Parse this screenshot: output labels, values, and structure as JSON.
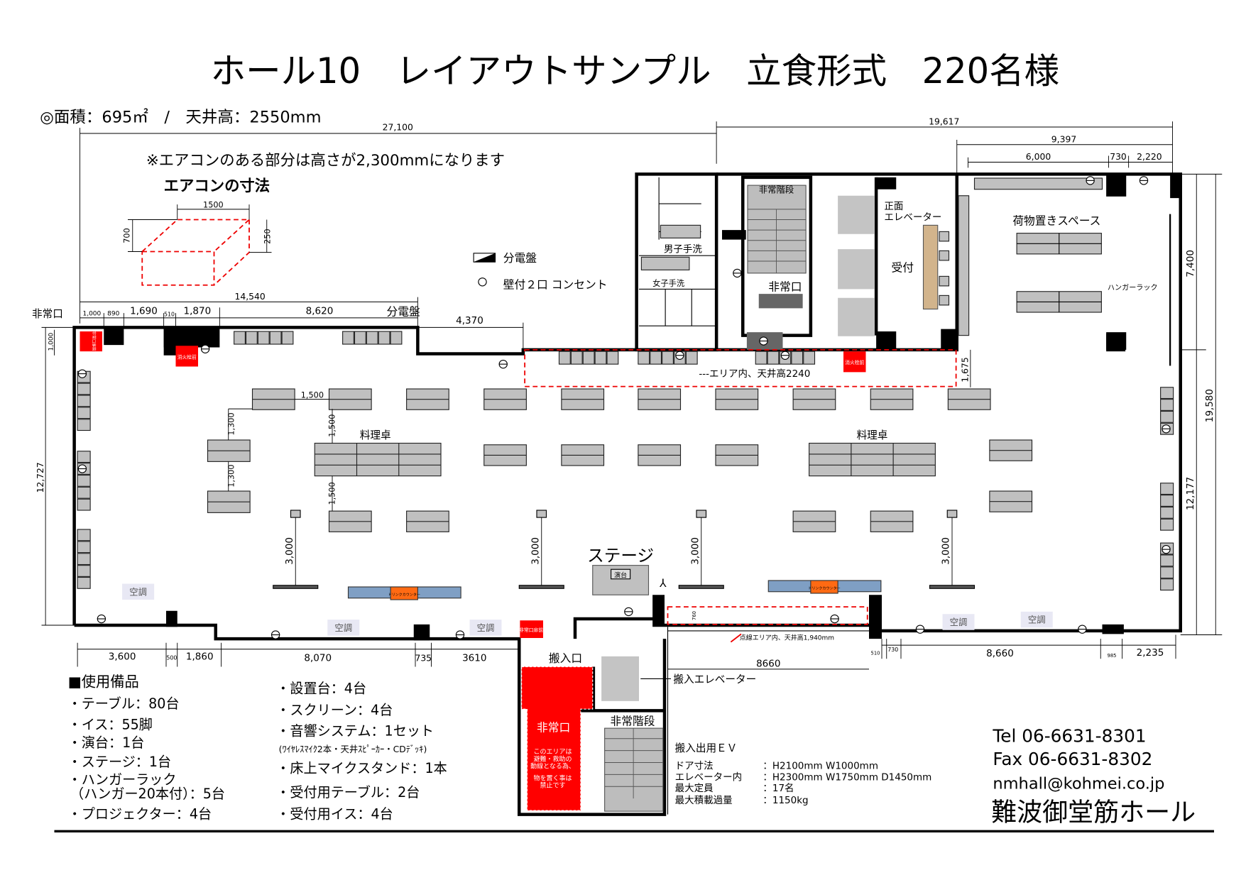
{
  "title": "ホール10　レイアウトサンプル　立食形式　220名様",
  "area_info": "◎面積：695㎡　/　天井高：2550mm",
  "aircon_note": "※エアコンのある部分は高さが2,300mmになります",
  "aircon_dims": {
    "title": "エアコンの寸法",
    "width": "1500",
    "depth": "700",
    "height": "250"
  },
  "legend": {
    "panel": "分電盤",
    "outlet": "壁付２口 コンセント"
  },
  "dimensions": {
    "top_total": "27,100",
    "top_right": "19,617",
    "right_sub": "9,397",
    "right_parts": [
      "6,000",
      "730",
      "2,220"
    ],
    "left_top_total": "14,540",
    "left_top_parts": [
      "1,000",
      "890",
      "1,690",
      "510",
      "1,870",
      "8,620"
    ],
    "step": "4,370",
    "left_height": "12,727",
    "left_door": "1,000",
    "right_heights": [
      "7,400",
      "19,580",
      "12,177"
    ],
    "dashed_depth": "1,675",
    "table_gap": "1,500",
    "row_gap_a": "1,300",
    "row_gap_b": "1,500",
    "screen_dist": "3,000",
    "bottom_left": [
      "3,600",
      "500",
      "1,860",
      "8,070",
      "735",
      "3610"
    ],
    "bottom_right": [
      "510",
      "730",
      "8,660",
      "985",
      "2,235"
    ],
    "loading_width": "8660",
    "low_area_depth": "760"
  },
  "labels": {
    "emergency_exit": "非常口",
    "panel_board": "分電盤",
    "exit_door_front": "非常口扉前",
    "hydrant_front": "消火栓前",
    "emergency_stairs": "非常階段",
    "men_restroom": "男子手洗",
    "women_restroom": "女子手洗",
    "front_elevator": [
      "正面",
      "エレベーター"
    ],
    "reception": "受付",
    "luggage_space": "荷物置きスペース",
    "hanger_rack": "ハンガーラック",
    "cooking_table": "料理卓",
    "stage": "ステージ",
    "podium": "演台",
    "drink_counter": "ドリンクカウンター",
    "aircon": "空調",
    "dashed_area_note": "---エリア内、天井高2240",
    "low_ceiling_note": "点線エリア内、天井高1,940mm",
    "loading_entrance": "搬入口",
    "loading_elevator": "搬入エレベーター",
    "no_storage_note": [
      "このエリアは",
      "避難・救助の",
      "動線となる為、",
      "物を置く事は",
      "禁止です"
    ]
  },
  "equipment": {
    "heading": "■使用備品",
    "left": [
      "・テーブル：80台",
      "・イス：55脚",
      "・演台：1台",
      "・ステージ：1台",
      "・ハンガーラック",
      "（ハンガー20本付）：5台",
      "・プロジェクター：4台"
    ],
    "right": [
      "・設置台：4台",
      "・スクリーン：4台",
      "・音響システム：1セット",
      "(ﾜｲﾔﾚｽﾏｲｸ2本・天井ｽﾋﾟｰｶｰ・CDﾃﾞｯｷ)",
      "・床上マイクスタンド：1本",
      "・受付用テーブル：2台",
      "・受付用イス：4台"
    ]
  },
  "elevator_spec": {
    "title": "搬入出用ＥＶ",
    "rows": [
      {
        "k": "ドア寸法",
        "v": "：H2100mm W1000mm"
      },
      {
        "k": "エレベーター内",
        "v": "：H2300mm W1750mm D1450mm"
      },
      {
        "k": "最大定員",
        "v": "：17名"
      },
      {
        "k": "最大積載過量",
        "v": "：1150kg"
      }
    ]
  },
  "contact": {
    "tel": "Tel 06-6631-8301",
    "fax": "Fax 06-6631-8302",
    "email": "nmhall@kohmei.co.jp",
    "venue": "難波御堂筋ホール"
  },
  "colors": {
    "red": "#ff0000",
    "table": "#c0c0c0",
    "counter": "#7f9fc4",
    "counter_label": "#ff6a13",
    "reception_desk": "#d2b48c"
  }
}
